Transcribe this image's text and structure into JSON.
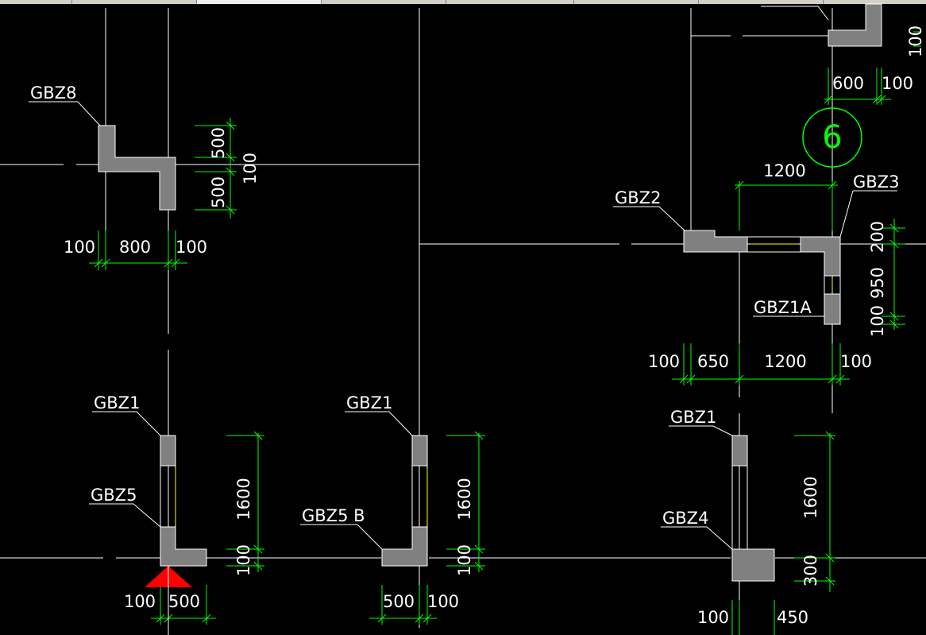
{
  "colors": {
    "background": "#000000",
    "axis_line": "#ffffff",
    "dimension_line": "#00ff00",
    "wall_fill": "#808080",
    "opening_line": "#ffff00",
    "axis_bubble": "#00ff00",
    "marker": "#ff0000",
    "text": "#ffffff"
  },
  "labels": {
    "gbz8": "GBZ8",
    "gbz2": "GBZ2",
    "gbz3": "GBZ3",
    "gbz1a": "GBZ1A",
    "gbz1_left": "GBZ1",
    "gbz5": "GBZ5",
    "gbz1_mid": "GBZ1",
    "gbz5b": "GBZ5 B",
    "gbz1_right": "GBZ1",
    "gbz4": "GBZ4"
  },
  "axis_bubble": "6",
  "dims": {
    "d1": "500",
    "d2": "500",
    "d3": "100",
    "d4": "100",
    "d5": "800",
    "d6": "100",
    "d7": "600",
    "d8": "100",
    "d9": "100",
    "d10": "1200",
    "d11": "200",
    "d12": "950",
    "d13": "100",
    "d14": "100",
    "d15": "650",
    "d16": "1200",
    "d17": "100",
    "d18": "1600",
    "d19": "100",
    "d20": "100",
    "d21": "500",
    "d22": "1600",
    "d23": "100",
    "d24": "500",
    "d25": "100",
    "d26": "1600",
    "d27": "300",
    "d28": "100",
    "d29": "450"
  }
}
